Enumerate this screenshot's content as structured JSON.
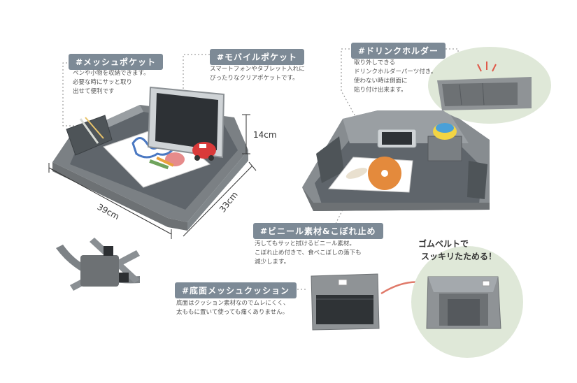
{
  "labels": {
    "mesh_pocket": {
      "tag": "#メッシュポケット",
      "lines": [
        "ペンや小物を収納できます。",
        "必要な時にサッと取り",
        "出せて便利です"
      ]
    },
    "mobile_pocket": {
      "tag": "#モバイルポケット",
      "lines": [
        "スマートフォンやタブレット入れに",
        "ぴったりなクリアポケットです。"
      ]
    },
    "drink_holder": {
      "tag": "#ドリンクホルダー",
      "lines": [
        "取り外しできる",
        "ドリンクホルダーパーツ付き。",
        "使わない時は側面に",
        "貼り付け出来ます。"
      ]
    },
    "vinyl": {
      "tag": "#ビニール素材&こぼれ止め",
      "lines": [
        "汚してもサッと拭けるビニール素材。",
        "こぼれ止め付きで、食べこぼしの落下も",
        "減少します。"
      ]
    },
    "bottom_mesh": {
      "tag": "#底面メッシュクッション",
      "lines": [
        "底面はクッション素材なのでムレにくく、",
        "太ももに置いて使っても痛くありません。"
      ]
    },
    "rubber_belt": {
      "lines": [
        "ゴムベルトで",
        "スッキリたためる！"
      ]
    }
  },
  "dimensions": {
    "height": "14cm",
    "width": "39cm",
    "depth": "33cm"
  },
  "colors": {
    "tag_bg": "#7d8a96",
    "tray_gray": "#8f9396",
    "tray_dark": "#6d7174",
    "tray_floor": "#5f656b",
    "bubble": "#dfe8d8",
    "arrow": "#e07a6a"
  }
}
